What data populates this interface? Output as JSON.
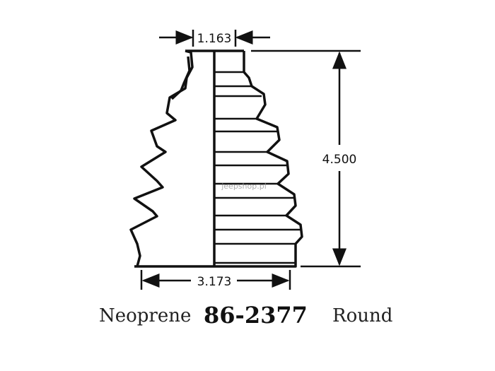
{
  "dimensions": {
    "top_width": "1.163",
    "height": "4.500",
    "bottom_width": "3.173"
  },
  "footer": {
    "material": "Neoprene",
    "part_number": "86-2377",
    "shape": "Round"
  },
  "watermark": "jeepshop.pl"
}
